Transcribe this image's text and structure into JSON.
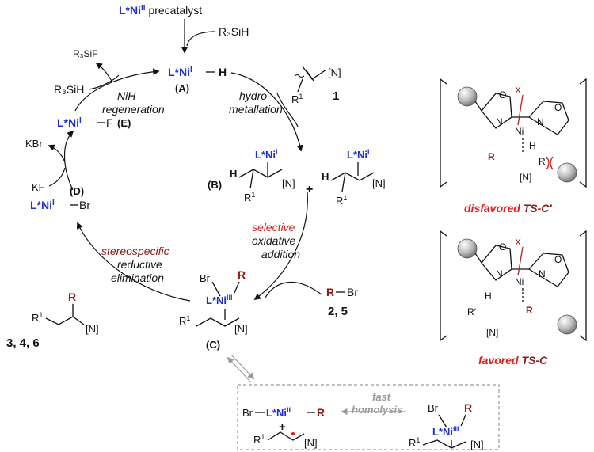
{
  "precatalyst": {
    "ligand": "L*Ni",
    "ox": "II",
    "suffix": " precatalyst"
  },
  "silane_label": "R₃SiH",
  "silane_left": "R₃SiH",
  "silyl_fluoride": "R₃SiF",
  "species_A": {
    "ligand": "L*Ni",
    "ox": "I",
    "h": "H",
    "tag": "(A)"
  },
  "species_B_tag": "(B)",
  "species_C_tag": "(C)",
  "species_D": {
    "ligand": "L*Ni",
    "ox": "I",
    "br": "Br",
    "tag": "(D)"
  },
  "species_E": {
    "ligand": "L*Ni",
    "ox": "I",
    "f": "F",
    "tag": "(E)"
  },
  "alkene": {
    "compound": "1",
    "n_label": "[N]",
    "r_label": "R",
    "r_sup": "1"
  },
  "alkyl_halide": {
    "compound": "2, 5",
    "r": "R",
    "br": "Br"
  },
  "products": {
    "compound": "3, 4, 6",
    "r": "R",
    "n_label": "[N]",
    "r1": "R",
    "r1_sup": "1"
  },
  "steps": {
    "hydrometallation": [
      "hydro-",
      "metallation"
    ],
    "nih_regeneration": [
      "NiH",
      "regeneration"
    ],
    "oxidative_addition": [
      "selective",
      "oxidative",
      "addition"
    ],
    "reductive_elimination": [
      "stereospecific",
      "reductive",
      "elimination"
    ],
    "fast_homolysis": [
      "fast",
      "homolysis"
    ]
  },
  "salts": {
    "kbr": "KBr",
    "kf": "KF"
  },
  "nickel_iii": {
    "ligand": "L*Ni",
    "ox": "III",
    "br": "Br",
    "r": "R"
  },
  "nickel_ii": {
    "ligand": "L*Ni",
    "ox": "II",
    "br": "Br",
    "r": "R"
  },
  "plus": "+",
  "ts_disfavored": {
    "adjective": "disfavored",
    "name": "TS-C′"
  },
  "ts_favored": {
    "adjective": "favored",
    "name": "TS-C"
  },
  "ts_atoms": {
    "o": "O",
    "n": "N",
    "ni": "Ni",
    "x": "X",
    "h": "H",
    "r": "R",
    "r_prime": "R′",
    "n_label": "[N]"
  },
  "colors": {
    "ligand_blue": "#1f2fd6",
    "dark_red": "#8b1a1a",
    "red": "#e01b1b",
    "gray": "#9a9a9a"
  }
}
